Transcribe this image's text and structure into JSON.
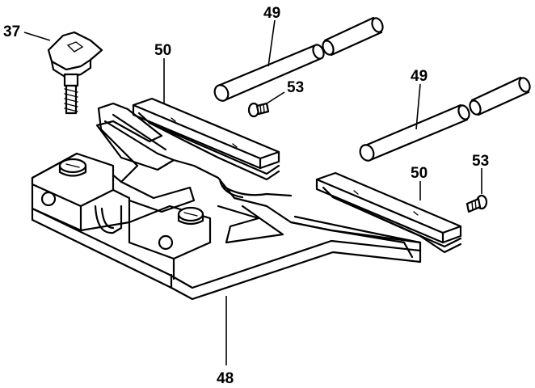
{
  "labels": {
    "l37": "37",
    "l49a": "49",
    "l49b": "49",
    "l50a": "50",
    "l50b": "50",
    "l53a": "53",
    "l53b": "53",
    "l48": "48"
  }
}
